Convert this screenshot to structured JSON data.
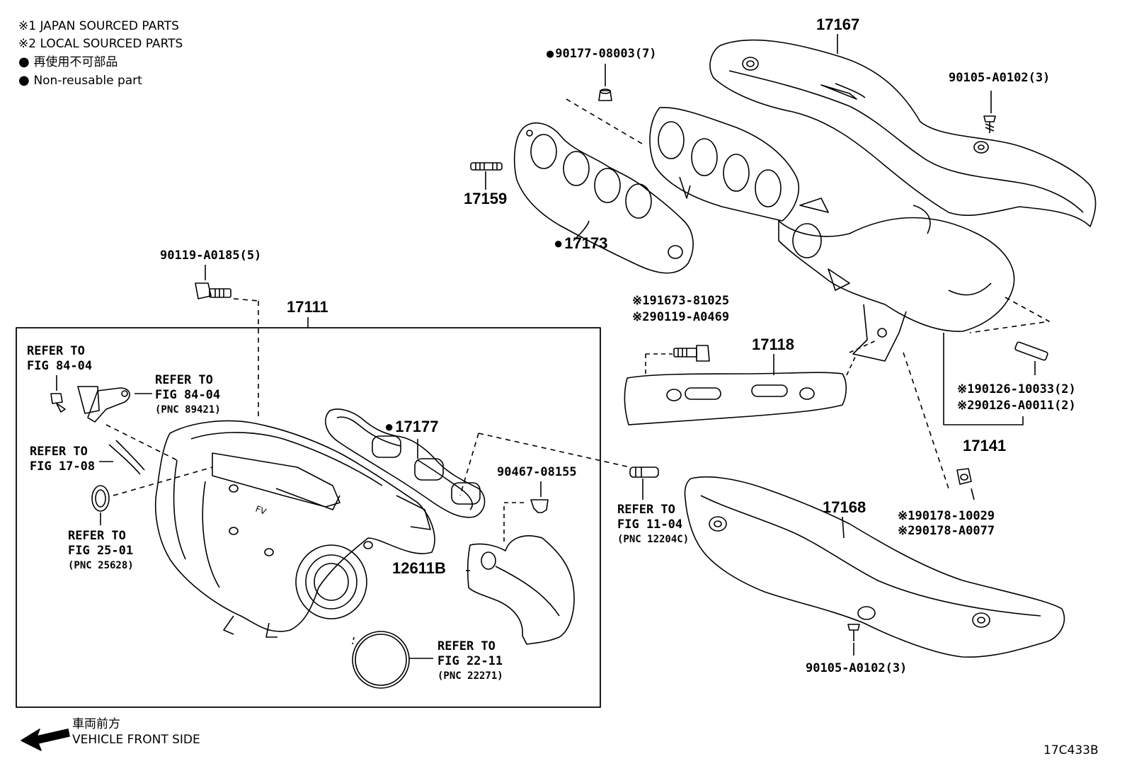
{
  "legend": {
    "line1": "※1 JAPAN SOURCED PARTS",
    "line2": "※2 LOCAL SOURCED PARTS",
    "line3": "再使用不可部品",
    "line4": "Non-reusable part"
  },
  "parts": {
    "p17167": "17167",
    "p90177": "90177-08003(7)",
    "p90105_top": "90105-A0102(3)",
    "p17159": "17159",
    "p17173": "17173",
    "p90119_0185": "90119-A0185(5)",
    "p17111": "17111",
    "p91673_1": "※191673-81025",
    "p91673_2": "※290119-A0469",
    "p17118": "17118",
    "p90126_1": "※190126-10033(2)",
    "p90126_2": "※290126-A0011(2)",
    "p17141": "17141",
    "p17177": "17177",
    "p90467": "90467-08155",
    "p90178_1": "※190178-10029",
    "p90178_2": "※290178-A0077",
    "p17168": "17168",
    "p12611B": "12611B",
    "p90105_bot": "90105-A0102(3)"
  },
  "refs": {
    "r8404a_1": "REFER TO",
    "r8404a_2": "FIG 84-04",
    "r8404b_1": "REFER TO",
    "r8404b_2": "FIG 84-04",
    "r8404b_pnc": "(PNC 89421)",
    "r1708_1": "REFER TO",
    "r1708_2": "FIG 17-08",
    "r2501_1": "REFER TO",
    "r2501_2": "FIG 25-01",
    "r2501_pnc": "(PNC 25628)",
    "r1104_1": "REFER TO",
    "r1104_2": "FIG 11-04",
    "r1104_pnc": "(PNC 12204C)",
    "r2211_1": "REFER TO",
    "r2211_2": "FIG 22-11",
    "r2211_pnc": "(PNC 22271)"
  },
  "footer": {
    "direction_jp": "車両前方",
    "direction_en": "VEHICLE FRONT SIDE",
    "figure_code": "17C433B"
  },
  "icons": [
    "bullet-icon",
    "direction-arrow-icon"
  ]
}
